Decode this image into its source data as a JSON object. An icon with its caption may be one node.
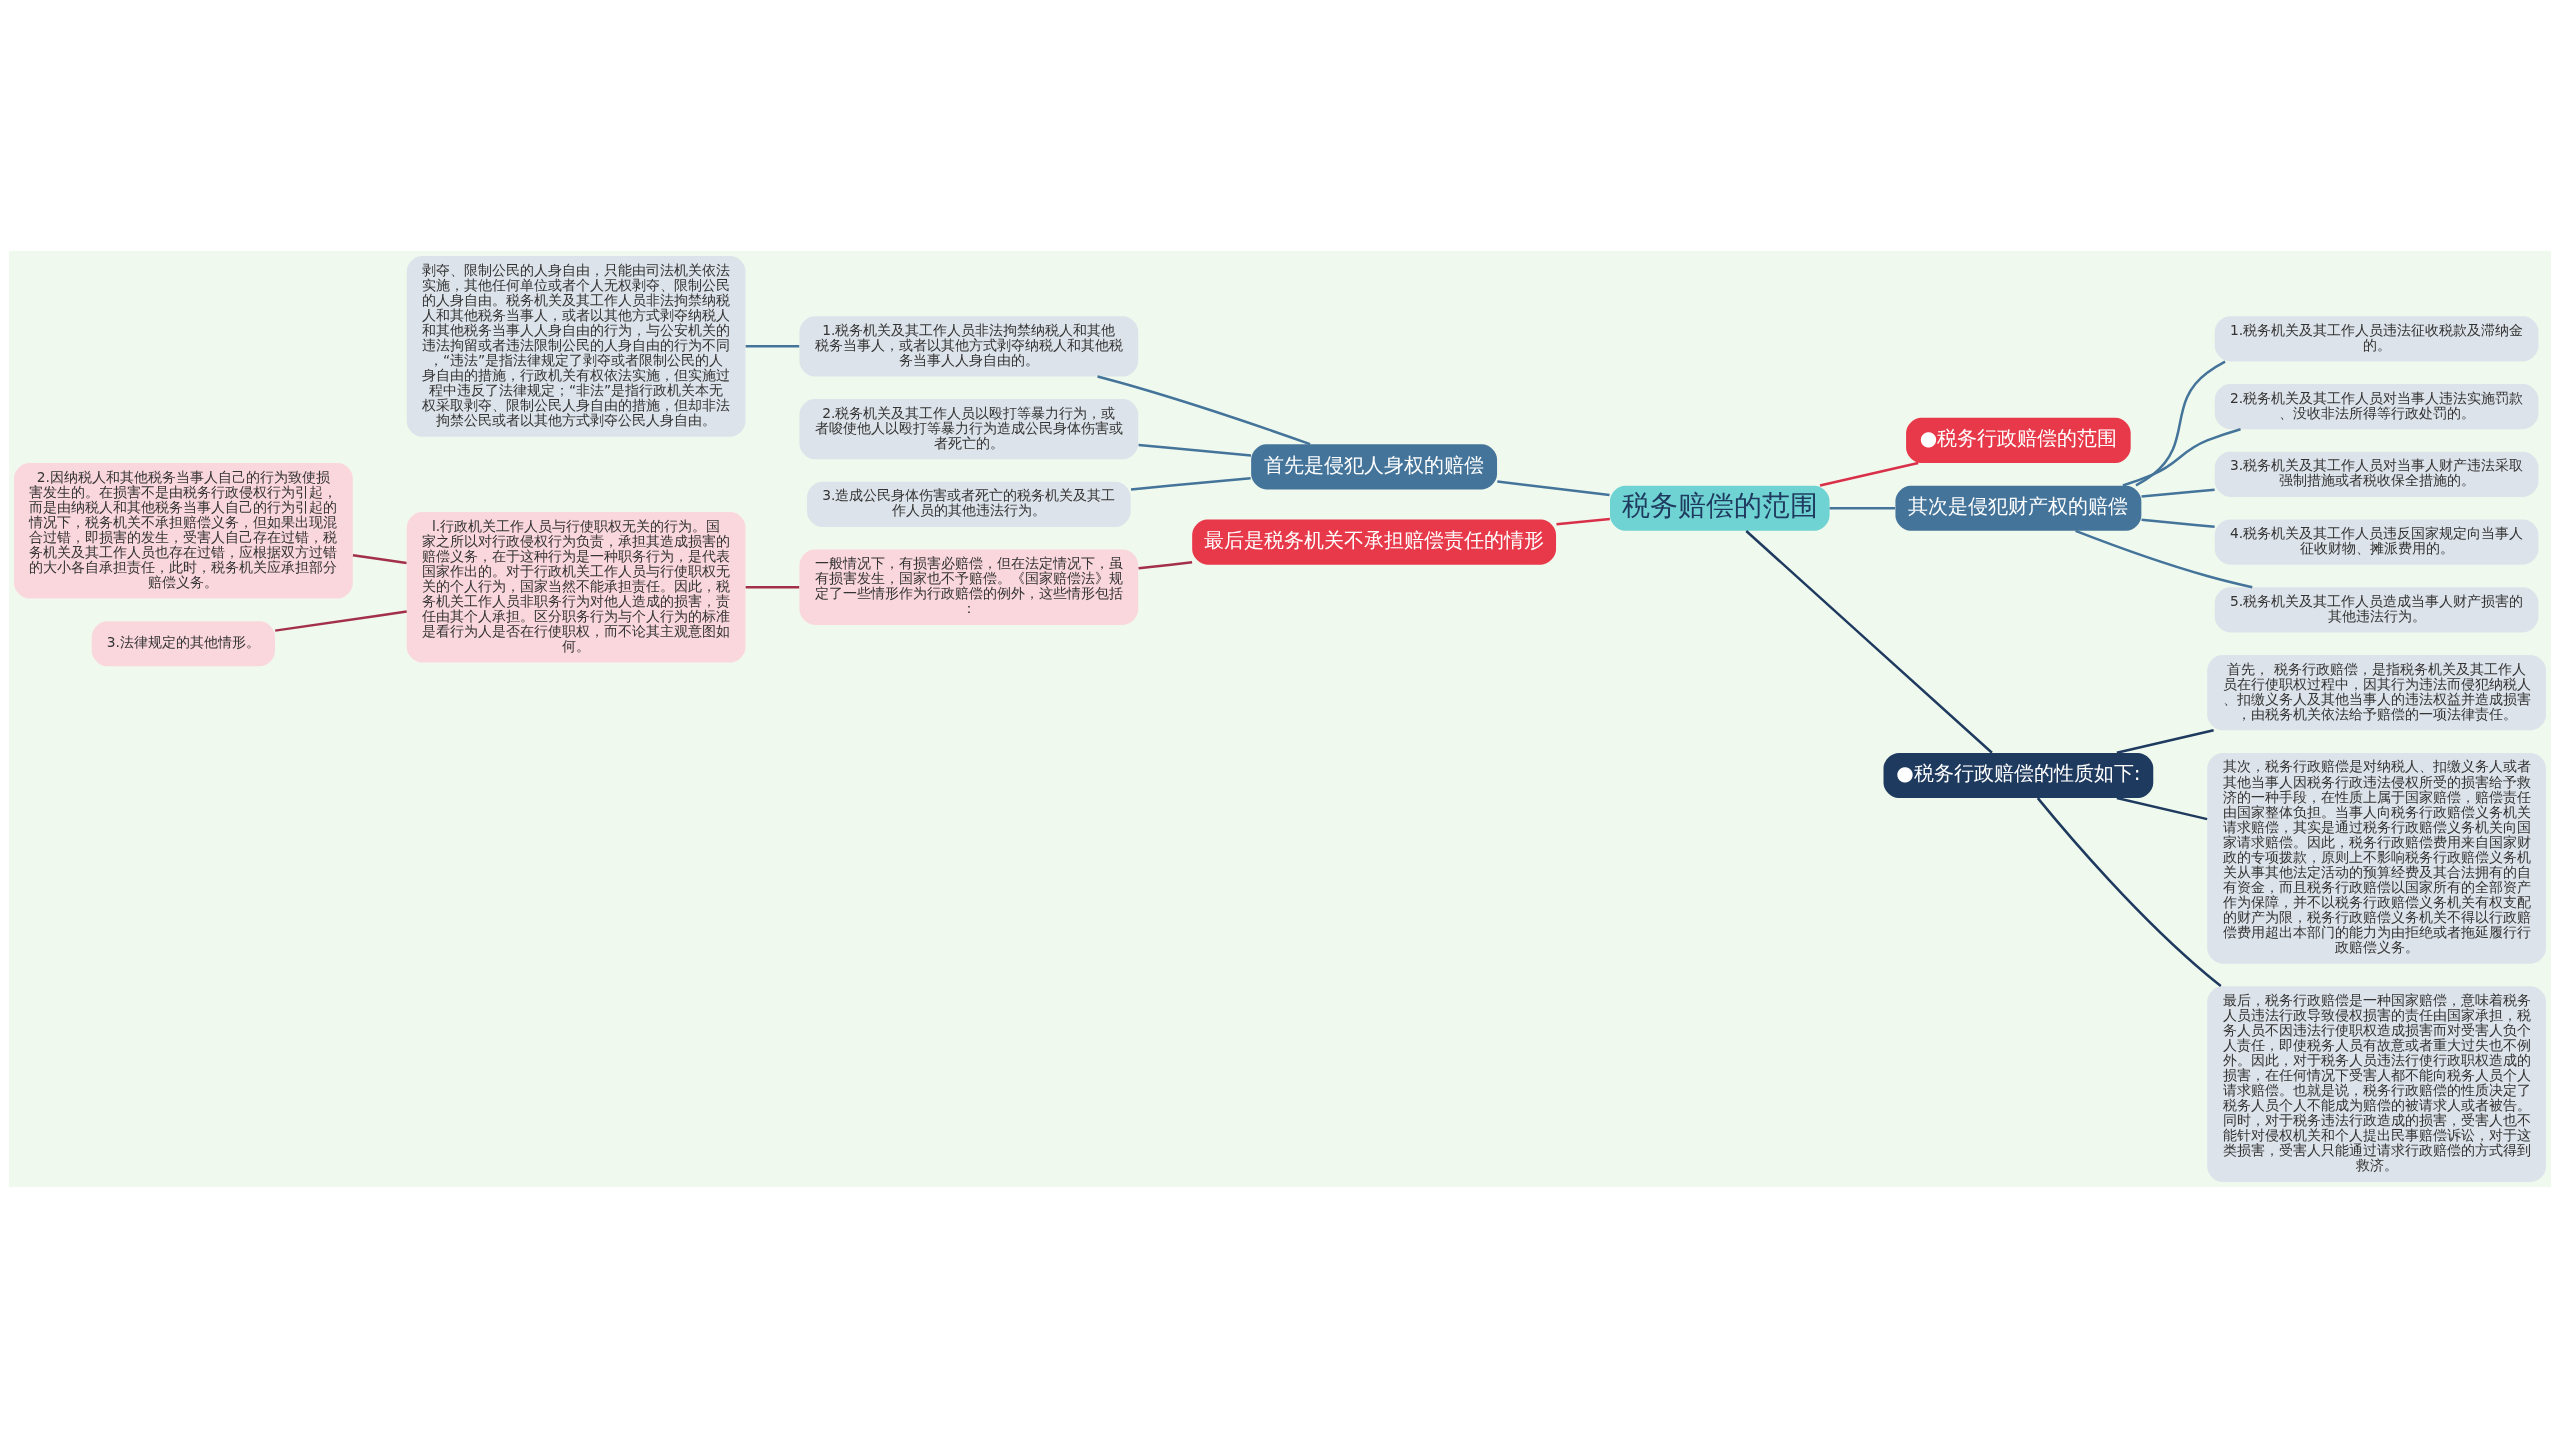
{
  "diagram": {
    "nodes": [
      {
        "text": [
          "税务赔偿的范围"
        ]
      },
      {
        "text": [
          "●税务行政赔偿的范围"
        ]
      },
      {
        "text": [
          "首先是侵犯人身权的赔偿"
        ]
      },
      {
        "text": [
          "1.税务机关及其工作人员非法拘禁纳税人和其他税务当事人，或者以其他方式剥夺纳税人和其他税务当事人人身自由的。"
        ]
      },
      {
        "text": [
          "剥夺、限制公民的人身自由，只能由司法机关依法实施，其他任何单位或者个人无权剥夺、限制公民的人身自由。税务机关及其工作人员非法拘禁纳税人和其他税务当事人，或者以其他方式剥夺纳税人和其他税务当事人人身自由的行为，与公安机关的违法拘留或者违法限制公民的人身自由的行为不同，“违法”是指法律规定了剥夺或者限制公民的人身自由的措施，行政机关有权依法实施，但实施过程中违反了法律规定；“非法”是指行政机关本无权采取剥夺、限制公民人身自由的措施，但却非法拘禁公民或者以其他方式剥夺公民人身自由。"
        ]
      },
      {
        "text": [
          "2.税务机关及其工作人员以殴打等暴力行为，或者唆使他人以殴打等暴力行为造成公民身体伤害或者死亡的。"
        ]
      },
      {
        "text": [
          "3.造成公民身体伤害或者死亡的税务机关及其工作人员的其他违法行为。"
        ]
      },
      {
        "text": [
          "其次是侵犯财产权的赔偿"
        ]
      },
      {
        "text": [
          "1.税务机关及其工作人员违法征收税款及滞纳金的。"
        ]
      },
      {
        "text": [
          "2.税务机关及其工作人员对当事人违法实施罚款、没收非法所得等行政处罚的。"
        ]
      },
      {
        "text": [
          "3.税务机关及其工作人员对当事人财产违法采取强制措施或者税收保全措施的。"
        ]
      },
      {
        "text": [
          "4.税务机关及其工作人员违反国家规定向当事人征收财物、摊派费用的。"
        ]
      },
      {
        "text": [
          "5.税务机关及其工作人员造成当事人财产损害的其他违法行为。"
        ]
      },
      {
        "text": [
          "最后是税务机关不承担赔偿责任的情形"
        ]
      },
      {
        "text": [
          "一般情况下，有损害必赔偿，但在法定情况下，虽有损害发生，国家也不予赔偿。《国家赔偿法》规定了一些情形作为行政赔偿的例外，这些情形包括："
        ]
      },
      {
        "text": [
          "l.行政机关工作人员与行使职权无关的行为。国家之所以对行政侵权行为负责，承担其造成损害的赔偿义务，在于这种行为是一种职务行为，是代表国家作出的。对于行政机关工作人员与行使职权无关的个人行为，国家当然不能承担责任。因此，税务机关工作人员非职务行为对他人造成的损害，责任由其个人承担。区分职务行为与个人行为的标准是看行为人是否在行使职权，而不论其主观意图如何。"
        ]
      },
      {
        "text": [
          "2.因纳税人和其他税务当事人自己的行为致使损害发生的。在损害不是由税务行政侵权行为引起，而是由纳税人和其他税务当事人自己的行为引起的情况下，税务机关不承担赔偿义务，但如果出现混合过错，即损害的发生，受害人自己存在过错，税务机关及其工作人员也存在过错，应根据双方过错的大小各自承担责任，此时，税务机关应承担部分赔偿义务。"
        ]
      },
      {
        "text": [
          "3.法律规定的其他情形。"
        ]
      },
      {
        "text": [
          "●税务行政赔偿的性质如下:"
        ]
      },
      {
        "text": [
          "首先， 税务行政赔偿，是指税务机关及其工作人员在行使职权过程中，因其行为违法而侵犯纳税人、扣缴义务人及其他当事人的违法权益并造成损害，由税务机关依法给予赔偿的一项法律责任。"
        ]
      },
      {
        "text": [
          "其次，税务行政赔偿是对纳税人、扣缴义务人或者其他当事人因税务行政违法侵权所受的损害给予救济的一种手段，在性质上属于国家赔偿，赔偿责任由国家整体负担。当事人向税务行政赔偿义务机关请求赔偿，其实是通过税务行政赔偿义务机关向国家请求赔偿。因此，税务行政赔偿费用来自国家财政的专项拨款，原则上不影响税务行政赔偿义务机关从事其他法定活动的预算经费及其合法拥有的自有资金，而且税务行政赔偿以国家所有的全部资产作为保障，并不以税务行政赔偿义务机关有权支配的财产为限，税务行政赔偿义务机关不得以行政赔偿费用超出本部门的能力为由拒绝或者拖延履行行政赔偿义务。"
        ]
      },
      {
        "text": [
          "最后，税务行政赔偿是一种国家赔偿，意味着税务人员违法行政导致侵权损害的责任由国家承担，税务人员不因违法行使职权造成损害而对受害人负个人责任，即使税务人员有故意或者重大过失也不例外。因此，对于税务人员违法行使行政职权造成的损害，在任何情况下受害人都不能向税务人员个人请求赔偿。也就是说，税务行政赔偿的性质决定了税务人员个人不能成为赔偿的被请求人或者被告。同时，对于税务违法行政造成的损害，受害人也不能针对侵权机关和个人提出民事赔偿诉讼，对于这类损害，受害人只能通过请求行政赔偿的方式得到救济。"
        ]
      }
    ],
    "edges": [
      {
        "from": 0,
        "to": 1,
        "arrow": "none",
        "color": "#d9304a"
      },
      {
        "from": 0,
        "to": 2,
        "arrow": "none"
      },
      {
        "from": 2,
        "to": 3,
        "arrow": "none"
      },
      {
        "from": 3,
        "to": 4,
        "arrow": "none"
      },
      {
        "from": 2,
        "to": 5,
        "arrow": "none"
      },
      {
        "from": 2,
        "to": 6,
        "arrow": "none"
      },
      {
        "from": 0,
        "to": 7,
        "arrow": "none"
      },
      {
        "from": 7,
        "to": 8,
        "arrow": "none"
      },
      {
        "from": 7,
        "to": 9,
        "arrow": "none"
      },
      {
        "from": 7,
        "to": 10,
        "arrow": "none"
      },
      {
        "from": 7,
        "to": 11,
        "arrow": "none"
      },
      {
        "from": 7,
        "to": 12,
        "arrow": "none"
      },
      {
        "from": 0,
        "to": 13,
        "arrow": "none",
        "color": "#d9304a"
      },
      {
        "from": 13,
        "to": 14,
        "arrow": "none",
        "color": "#a3304a"
      },
      {
        "from": 14,
        "to": 15,
        "arrow": "none",
        "color": "#a3304a"
      },
      {
        "from": 15,
        "to": 16,
        "arrow": "none",
        "color": "#a3304a"
      },
      {
        "from": 15,
        "to": 17,
        "arrow": "none",
        "color": "#a3304a"
      },
      {
        "from": 0,
        "to": 18,
        "arrow": "none",
        "color": "#1f3a5f"
      },
      {
        "from": 18,
        "to": 19,
        "arrow": "none",
        "color": "#1f3a5f"
      },
      {
        "from": 18,
        "to": 20,
        "arrow": "none",
        "color": "#1f3a5f"
      },
      {
        "from": 18,
        "to": 21,
        "arrow": "none",
        "color": "#1f3a5f"
      }
    ]
  }
}
